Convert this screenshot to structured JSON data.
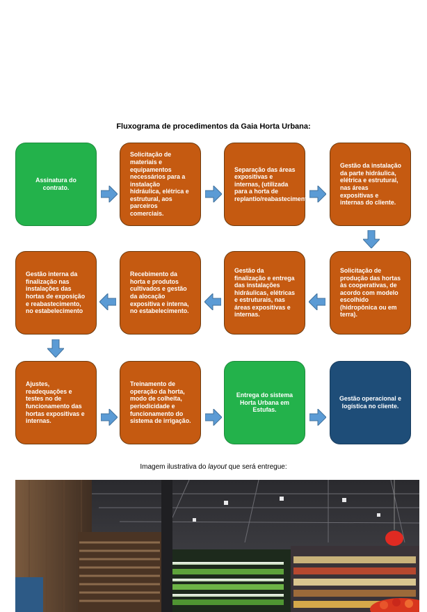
{
  "title": "Fluxograma de procedimentos da Gaia Horta Urbana:",
  "steps": [
    {
      "text": "Assinatura do contrato.",
      "color": "#23b24b"
    },
    {
      "text": "Solicitação de materiais e equipamentos necessários para a instalação hidráulica, elétrica e estrutural, aos parceiros comerciais.",
      "color": "#c55a11"
    },
    {
      "text": "Separação das áreas expositivas e internas, (utilizada para a horta de replantio/reabastecimento).",
      "color": "#c55a11"
    },
    {
      "text": "Gestão da instalação da parte hidráulica, elétrica e estrutural, nas áreas expositivas e internas do cliente.",
      "color": "#c55a11"
    },
    {
      "text": "Solicitação de produção das hortas às cooperativas, de acordo com modelo escolhido (hidropônica ou em terra).",
      "color": "#c55a11"
    },
    {
      "text": "Gestão da finalização e entrega das instalações hidráulicas, elétricas e estruturais, nas áreas expositivas e internas.",
      "color": "#c55a11"
    },
    {
      "text": "Recebimento da horta e produtos cultivados e gestão da alocação expositiva e interna, no estabelecimento.",
      "color": "#c55a11"
    },
    {
      "text": "Gestão interna da finalização nas instalações das hortas de exposição e reabastecimento, no estabelecimento",
      "color": "#c55a11"
    },
    {
      "text": "Ajustes, readequações e testes no de funcionamento das hortas expositivas e internas.",
      "color": "#c55a11"
    },
    {
      "text": "Treinamento de operação da horta, modo de colheita, periodicidade e funcionamento do sistema de irrigação.",
      "color": "#c55a11"
    },
    {
      "text": "Entrega do sistema Horta Urbana em Estufas.",
      "color": "#23b24b"
    },
    {
      "text": "Gestão operacional e logística no cliente.",
      "color": "#1e4d78"
    }
  ],
  "caption": {
    "before": "Imagem ilustrativa do ",
    "italic": "layout",
    "after": " que será entregue:"
  },
  "arrow_color": "#5b9bd5"
}
